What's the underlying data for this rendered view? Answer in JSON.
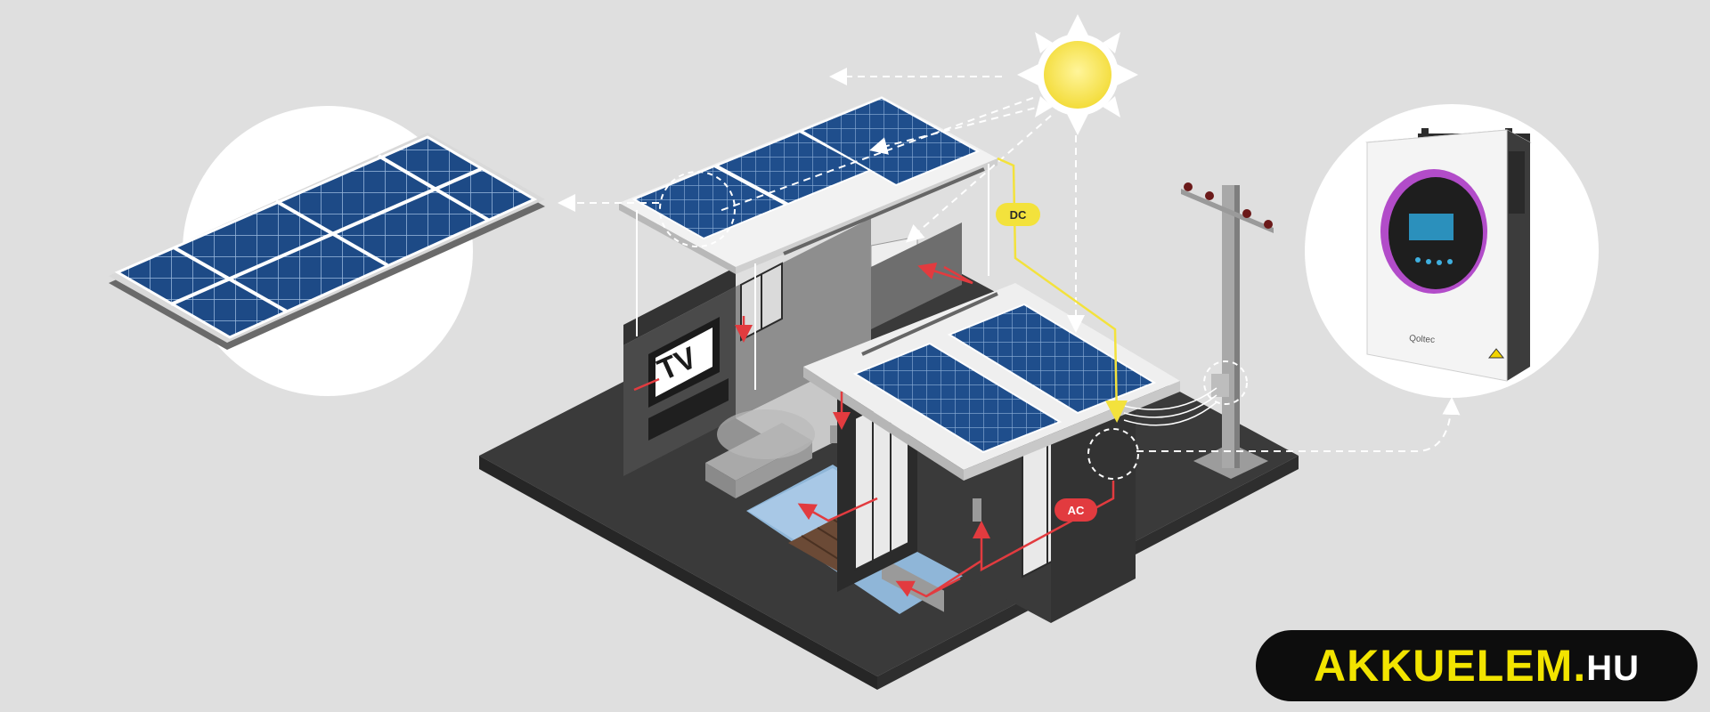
{
  "labels": {
    "dc": "DC",
    "ac": "AC",
    "tv": "TV",
    "inverter_brand": "Qoltec"
  },
  "logo": {
    "brand": "AKKUELEM",
    "dot": ".",
    "tld": "HU"
  },
  "colors": {
    "background": "#dfdfdf",
    "panel_blue": "#1f4e8c",
    "dc_wire": "#f3e23c",
    "ac_wire": "#e23b3f",
    "ground": "#3b3b3b",
    "logo_accent": "#f2e400"
  }
}
